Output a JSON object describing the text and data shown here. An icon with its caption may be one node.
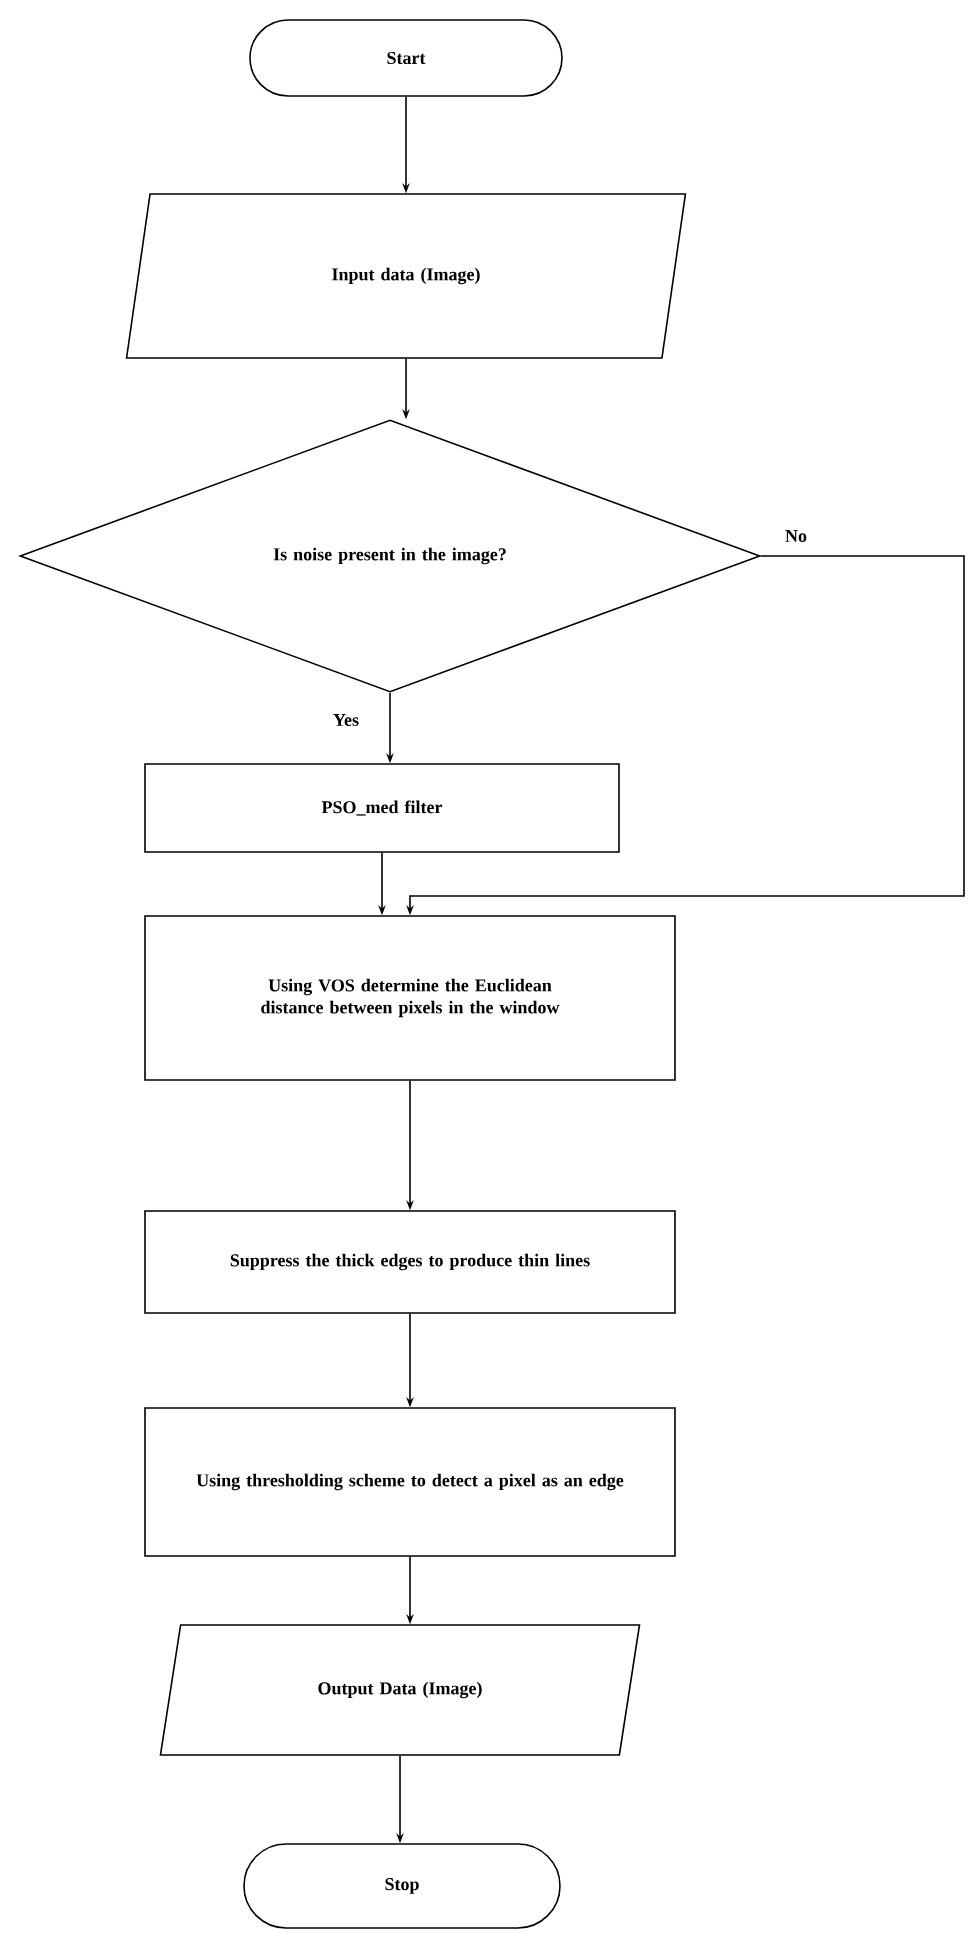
{
  "diagram": {
    "nodes": [
      {
        "text": [
          "Start"
        ]
      },
      {
        "text": [
          "Input data (Image)"
        ]
      },
      {
        "text": [
          "Is noise present in the image?"
        ]
      },
      {
        "text": [
          "PSO_med filter"
        ]
      },
      {
        "text": [
          "Using VOS determine the Euclidean distance between pixels in the window"
        ]
      },
      {
        "text": [
          "Suppress the thick edges to produce thin lines"
        ]
      },
      {
        "text": [
          "Using thresholding scheme to detect a pixel as an edge"
        ]
      },
      {
        "text": [
          "Output Data (Image)"
        ]
      },
      {
        "text": [
          "Stop"
        ]
      }
    ],
    "edges": [
      {
        "from": 0,
        "to": 1,
        "arrow": "to"
      },
      {
        "from": 1,
        "to": 2,
        "arrow": "to"
      },
      {
        "from": 2,
        "to": 3,
        "arrow": "to",
        "label": "Yes"
      },
      {
        "from": 3,
        "to": 4,
        "arrow": "to"
      },
      {
        "from": 2,
        "to": 4,
        "arrow": "to",
        "label": "No"
      },
      {
        "from": 4,
        "to": 5,
        "arrow": "to"
      },
      {
        "from": 5,
        "to": 6,
        "arrow": "to"
      },
      {
        "from": 6,
        "to": 7,
        "arrow": "to"
      },
      {
        "from": 7,
        "to": 8,
        "arrow": "to"
      }
    ]
  }
}
